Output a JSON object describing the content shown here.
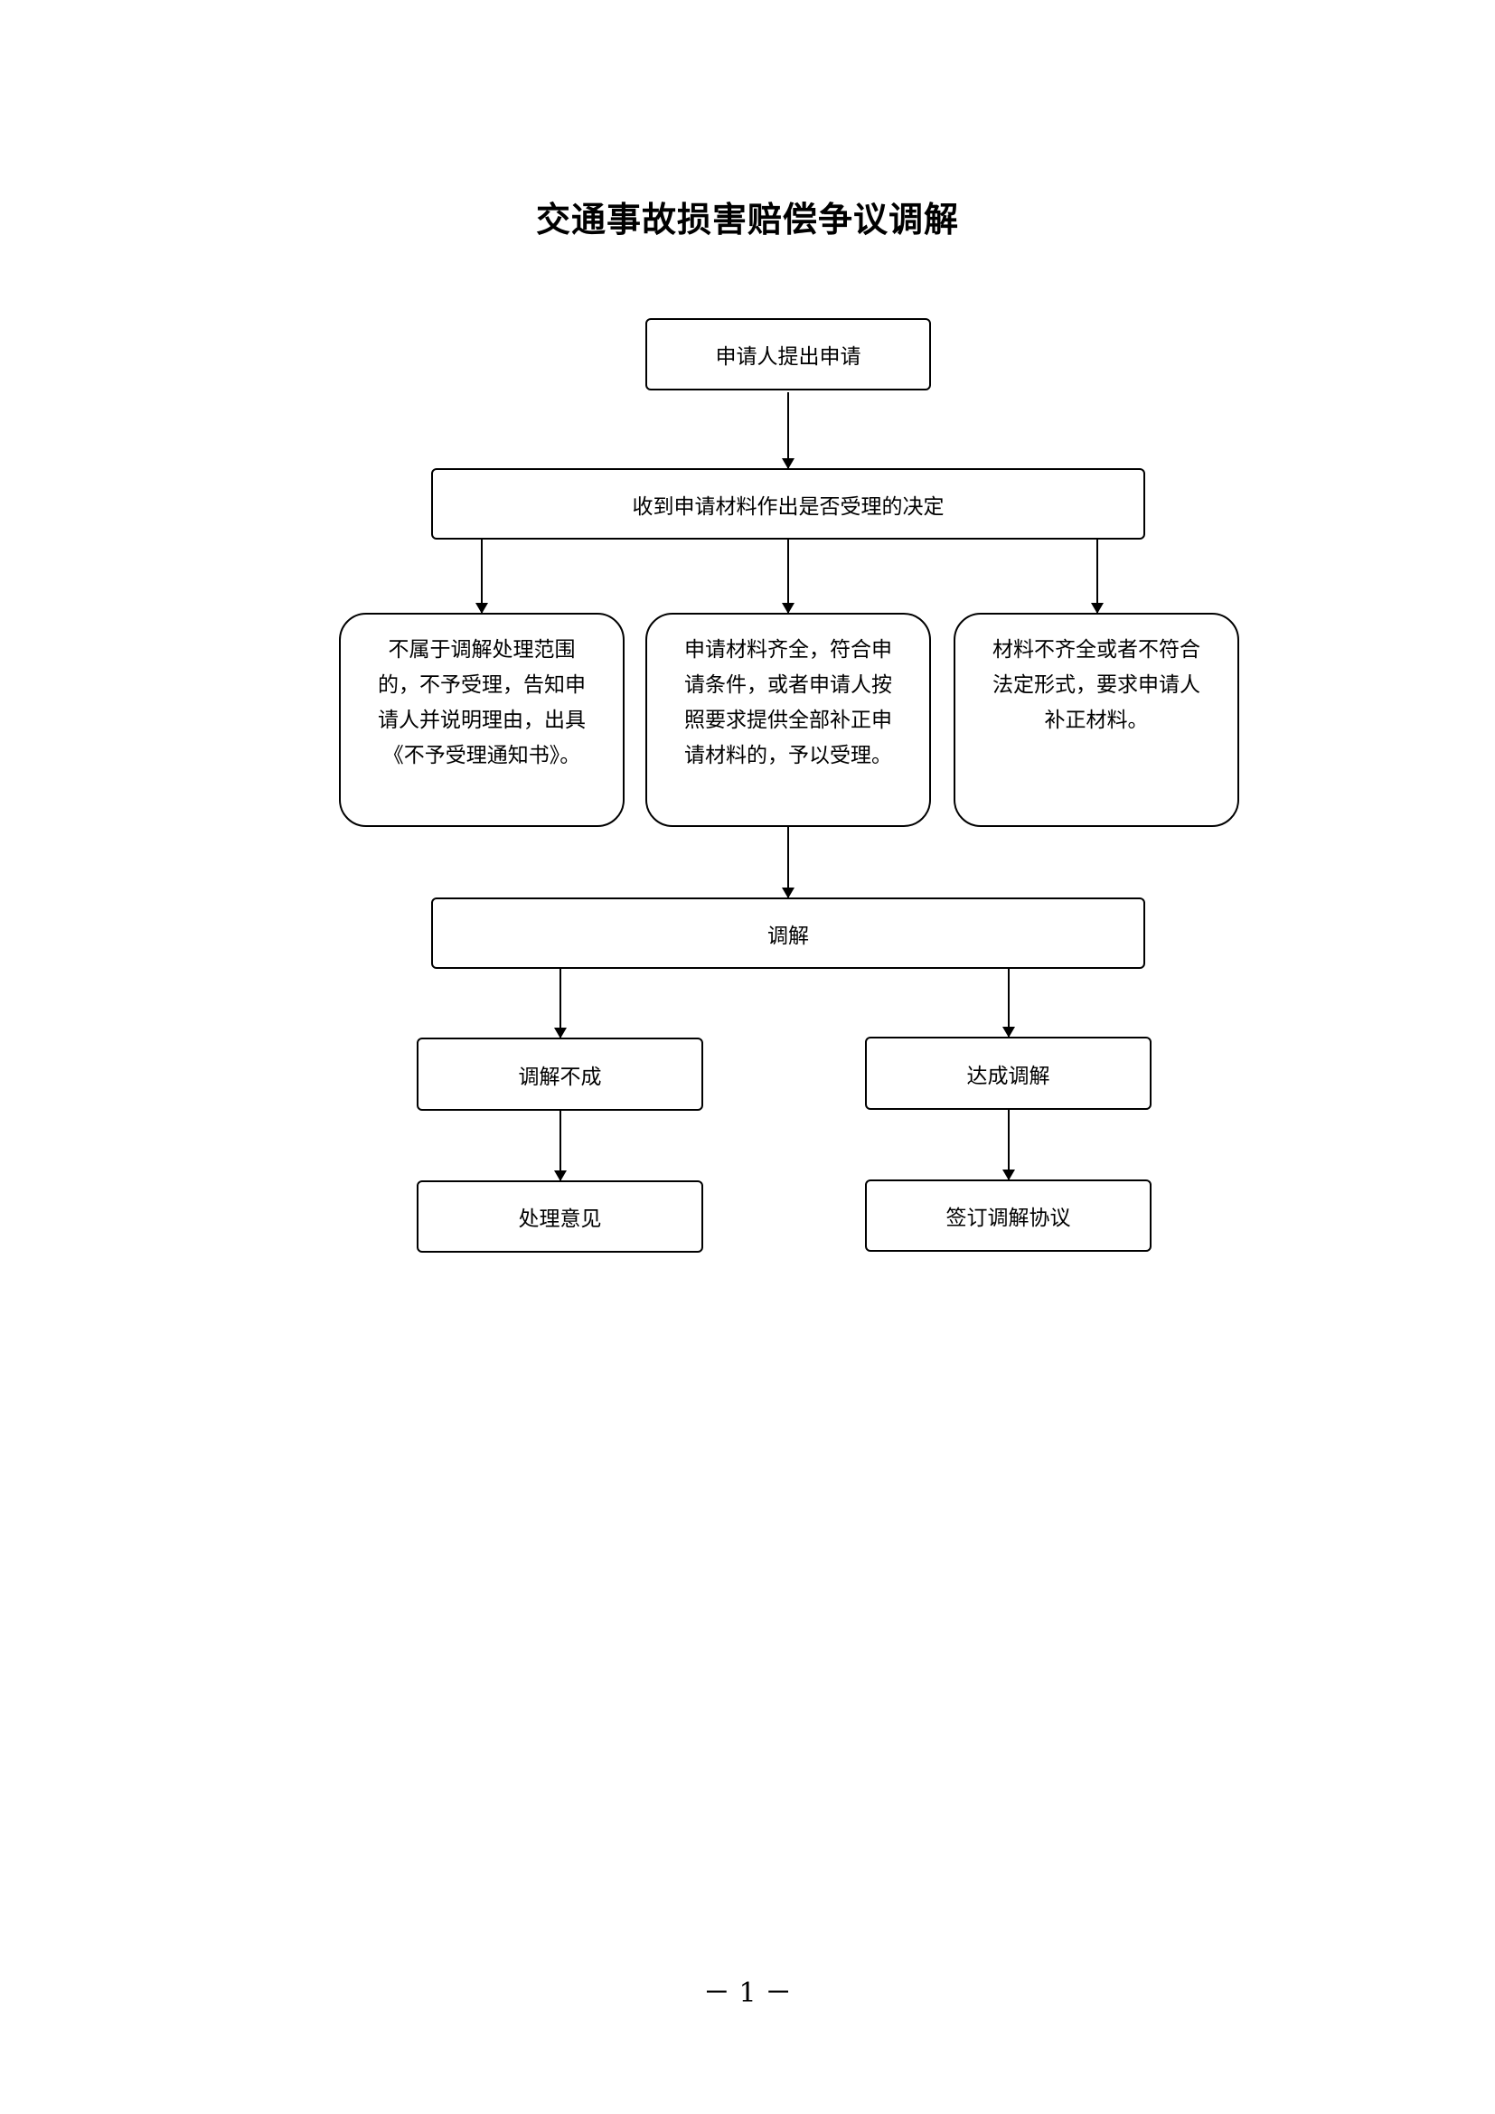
{
  "title": "交通事故损害赔偿争议调解",
  "nodes": {
    "apply": "申请人提出申请",
    "decision": "收到申请材料作出是否受理的决定",
    "reject": "不属于调解处理范围\n的，不予受理，告知申\n请人并说明理由，出具\n《不予受理通知书》。",
    "accept": "申请材料齐全，符合申\n请条件，或者申请人按\n照要求提供全部补正申\n请材料的，予以受理。",
    "supplement": "材料不齐全或者不符合\n法定形式，要求申请人\n补正材料。",
    "mediation": "调解",
    "mediation_failed": "调解不成",
    "mediation_reached": "达成调解",
    "handling_opinion": "处理意见",
    "sign_agreement": "签订调解协议"
  },
  "page_number": "－ 1 －"
}
